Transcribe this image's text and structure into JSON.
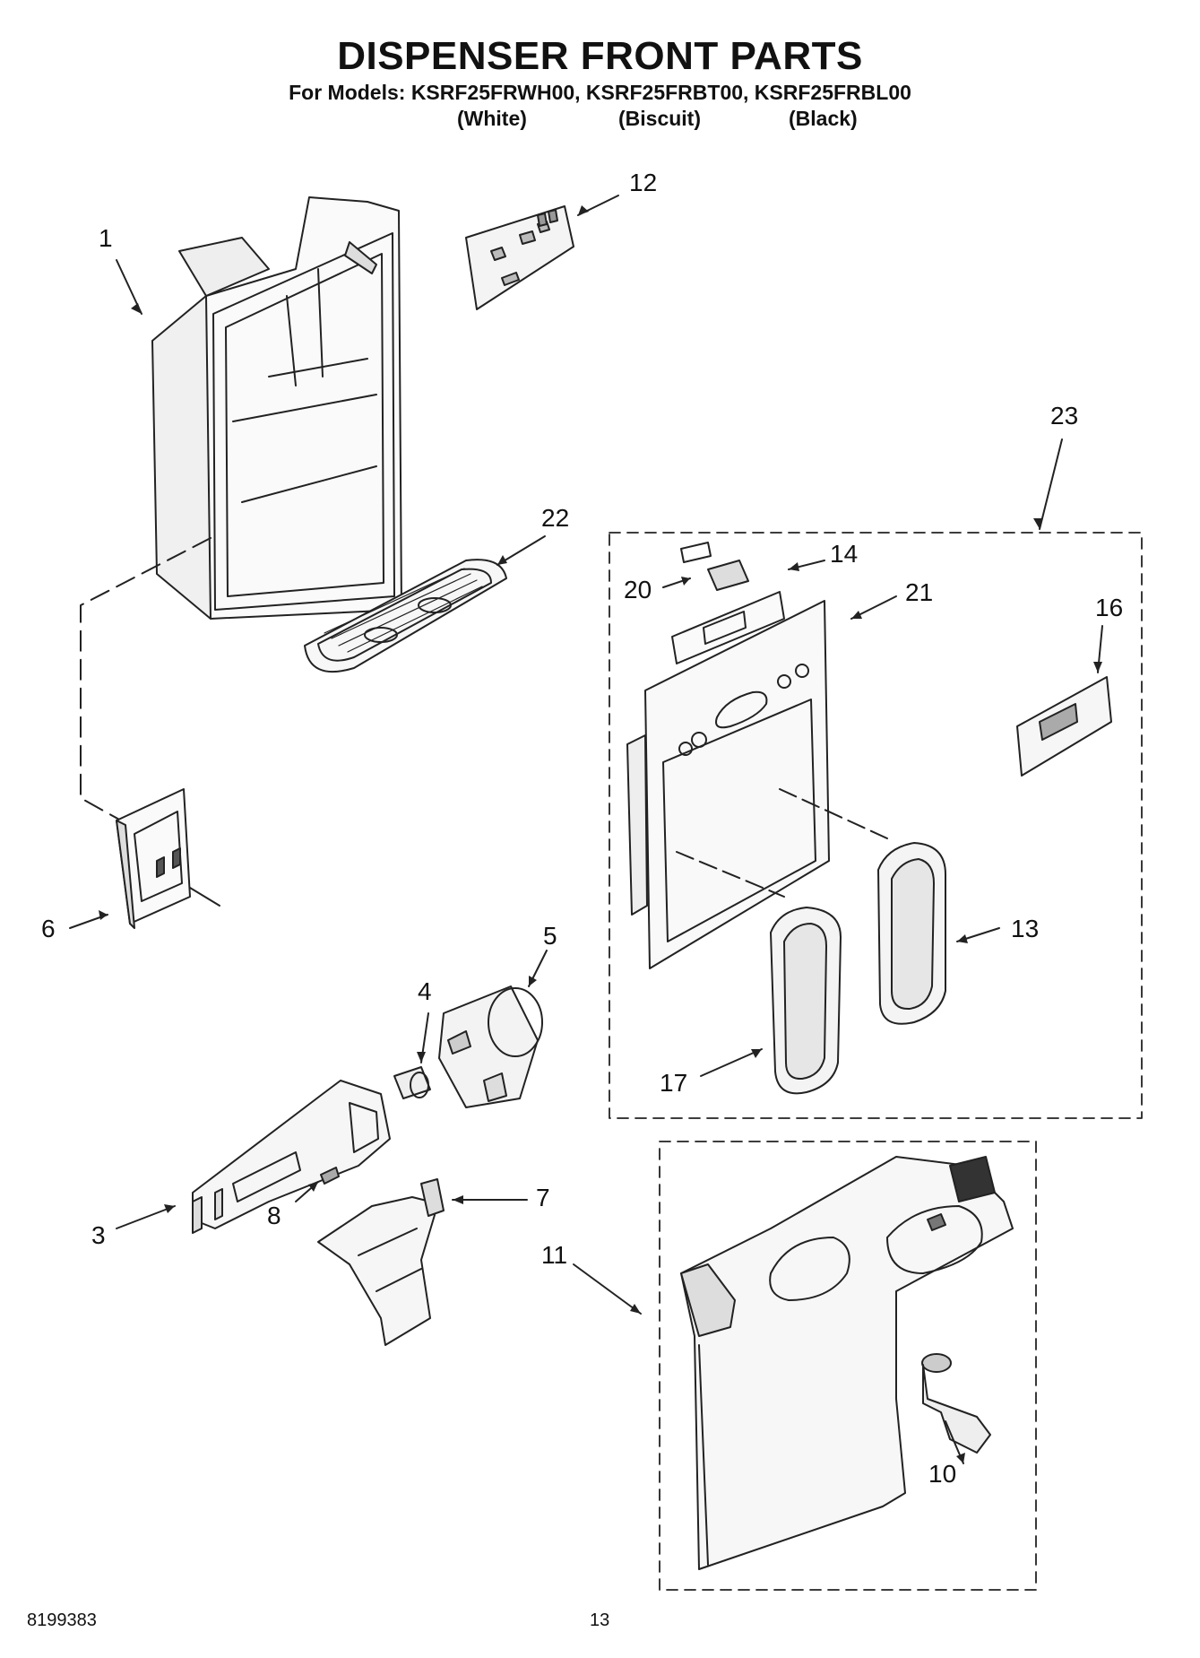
{
  "header": {
    "title": "DISPENSER FRONT PARTS",
    "models_line": "For Models: KSRF25FRWH00, KSRF25FRBT00, KSRF25FRBL00",
    "variants": [
      "(White)",
      "(Biscuit)",
      "(Black)"
    ]
  },
  "callouts": [
    "1",
    "12",
    "23",
    "22",
    "14",
    "21",
    "20",
    "16",
    "6",
    "5",
    "13",
    "4",
    "17",
    "7",
    "3",
    "8",
    "11",
    "10"
  ],
  "footer": {
    "doc_number": "8199383",
    "page_number": "13"
  }
}
